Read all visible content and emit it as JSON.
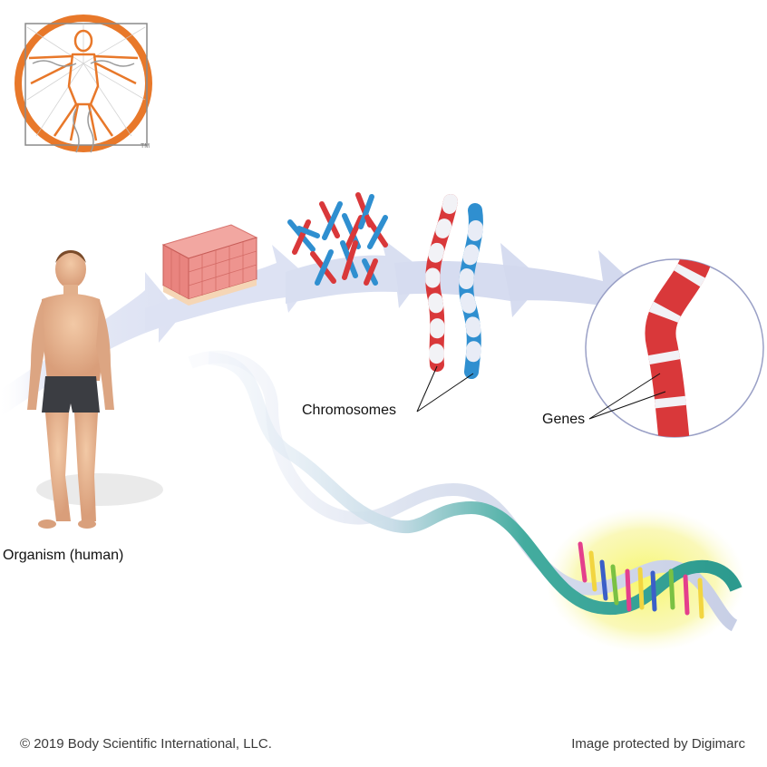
{
  "logo": {
    "trademark": "TM"
  },
  "labels": {
    "organism": "Organism (human)",
    "chromosomes": "Chromosomes",
    "genes": "Genes"
  },
  "footer": {
    "copyright": "© 2019 Body Scientific International, LLC.",
    "protection": "Image protected by Digimarc"
  },
  "colors": {
    "logo_orange": "#e8782a",
    "arrow_fill": "#dfe4f4",
    "chromosome_red": "#d9383a",
    "chromosome_blue": "#2f8fd0",
    "dna_teal": "#3aa79c",
    "gene_highlight": "#f5f35a"
  }
}
